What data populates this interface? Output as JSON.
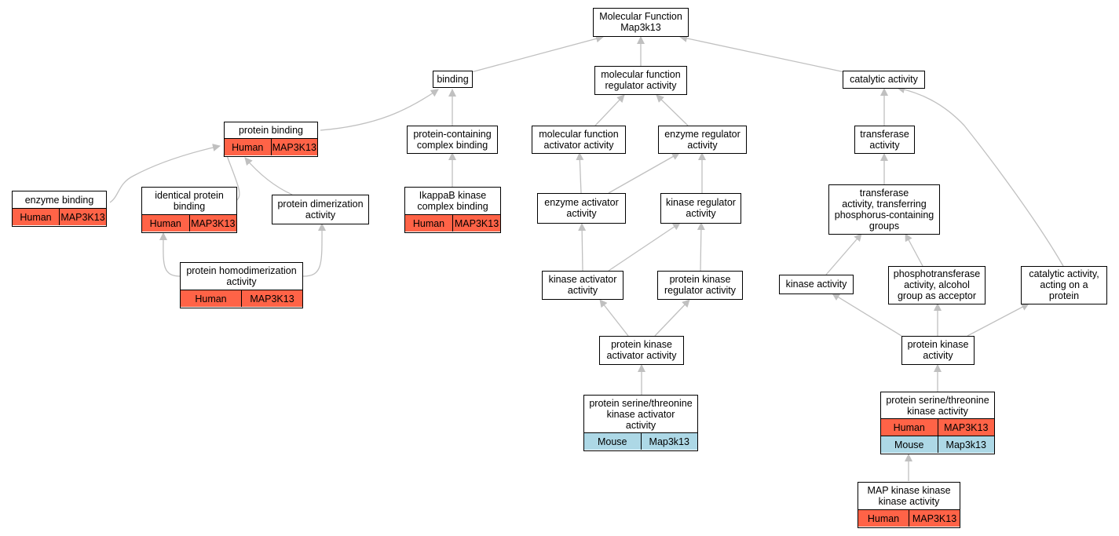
{
  "colors": {
    "human": "#ff6347",
    "mouse": "#add8e6",
    "edge": "#c0c0c0"
  },
  "nodes": [
    {
      "id": "mf",
      "label": "Molecular Function\nMap3k13"
    },
    {
      "id": "binding",
      "label": "binding"
    },
    {
      "id": "mfreg",
      "label": "molecular function\nregulator activity"
    },
    {
      "id": "catalytic",
      "label": "catalytic activity"
    },
    {
      "id": "pbind",
      "label": "protein binding",
      "rows": [
        {
          "species": "Human",
          "gene": "MAP3K13"
        }
      ]
    },
    {
      "id": "pccb",
      "label": "protein-containing\ncomplex binding"
    },
    {
      "id": "mfact",
      "label": "molecular function\nactivator activity"
    },
    {
      "id": "enzreg",
      "label": "enzyme regulator\nactivity"
    },
    {
      "id": "transf",
      "label": "transferase\nactivity"
    },
    {
      "id": "enzbind",
      "label": "enzyme binding",
      "rows": [
        {
          "species": "Human",
          "gene": "MAP3K13"
        }
      ]
    },
    {
      "id": "identical",
      "label": "identical protein\nbinding",
      "rows": [
        {
          "species": "Human",
          "gene": "MAP3K13"
        }
      ]
    },
    {
      "id": "pdimer",
      "label": "protein dimerization\nactivity"
    },
    {
      "id": "ikk",
      "label": "IkappaB kinase\ncomplex binding",
      "rows": [
        {
          "species": "Human",
          "gene": "MAP3K13"
        }
      ]
    },
    {
      "id": "enzact",
      "label": "enzyme activator\nactivity"
    },
    {
      "id": "kinreg",
      "label": "kinase regulator\nactivity"
    },
    {
      "id": "transphos",
      "label": "transferase\nactivity, transferring\nphosphorus-containing\ngroups"
    },
    {
      "id": "phomo",
      "label": "protein homodimerization\nactivity",
      "rows": [
        {
          "species": "Human",
          "gene": "MAP3K13"
        }
      ]
    },
    {
      "id": "kinact",
      "label": "kinase activator\nactivity"
    },
    {
      "id": "pkreg",
      "label": "protein kinase\nregulator activity"
    },
    {
      "id": "kinase",
      "label": "kinase activity"
    },
    {
      "id": "phosalc",
      "label": "phosphotransferase\nactivity, alcohol\ngroup as acceptor"
    },
    {
      "id": "catprot",
      "label": "catalytic activity,\nacting on a\nprotein"
    },
    {
      "id": "pkact",
      "label": "protein kinase\nactivator activity"
    },
    {
      "id": "pk",
      "label": "protein kinase\nactivity"
    },
    {
      "id": "pstkact",
      "label": "protein serine/threonine\nkinase activator\nactivity",
      "rows": [
        {
          "species": "Mouse",
          "gene": "Map3k13"
        }
      ]
    },
    {
      "id": "pstk",
      "label": "protein serine/threonine\nkinase activity",
      "rows": [
        {
          "species": "Human",
          "gene": "MAP3K13"
        },
        {
          "species": "Mouse",
          "gene": "Map3k13"
        }
      ]
    },
    {
      "id": "mapkkk",
      "label": "MAP kinase kinase\nkinase activity",
      "rows": [
        {
          "species": "Human",
          "gene": "MAP3K13"
        }
      ]
    }
  ]
}
